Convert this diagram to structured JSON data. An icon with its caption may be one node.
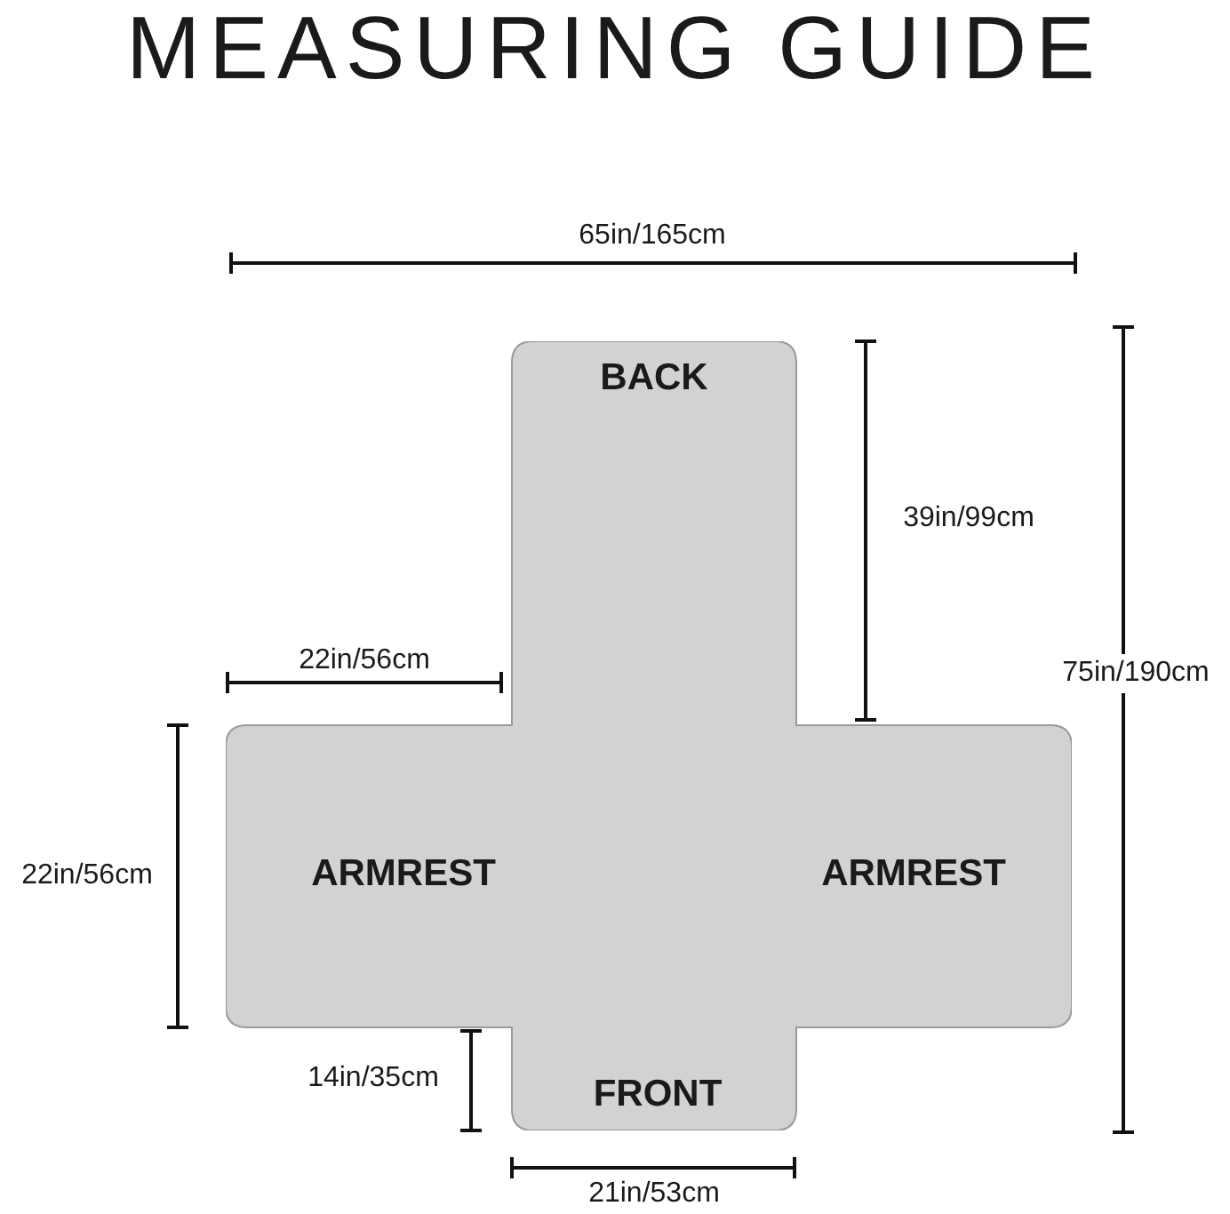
{
  "diagram": {
    "title": "MEASURING GUIDE",
    "nodes": [
      {
        "text": [
          "BACK",
          "ARMREST",
          "ARMREST",
          "FRONT"
        ]
      }
    ],
    "labels": [
      "65in/165cm",
      "39in/99cm",
      "22in/56cm",
      "75in/190cm",
      "22in/56cm",
      "14in/35cm",
      "21in/53cm"
    ]
  }
}
